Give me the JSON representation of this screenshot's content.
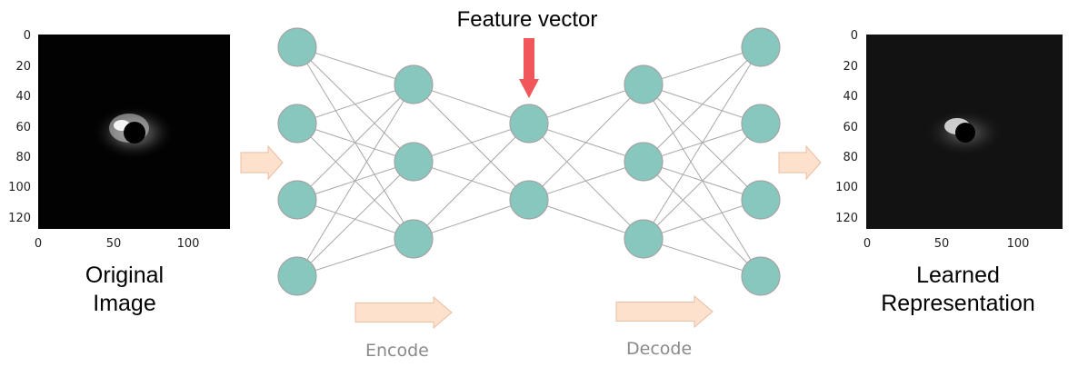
{
  "feature_vector_label": "Feature vector",
  "encode_label": "Encode",
  "decode_label": "Decode",
  "original": {
    "title_line1": "Original",
    "title_line2": "Image",
    "y_ticks": [
      "0",
      "20",
      "40",
      "60",
      "80",
      "100",
      "120"
    ],
    "x_ticks": [
      "0",
      "50",
      "100"
    ]
  },
  "learned": {
    "title_line1": "Learned",
    "title_line2": "Representation",
    "y_ticks": [
      "0",
      "20",
      "40",
      "60",
      "80",
      "100",
      "120"
    ],
    "x_ticks": [
      "0",
      "50",
      "100"
    ]
  },
  "network": {
    "layer_sizes": [
      4,
      3,
      2,
      3,
      4
    ],
    "node_color": "#88c7bd",
    "node_stroke": "#a3a3a3",
    "edge_color": "#a8a8a8"
  },
  "colors": {
    "flow_arrow_fill": "#fde1cc",
    "flow_arrow_stroke": "#e8bfa4",
    "feature_arrow": "#f0575b"
  }
}
